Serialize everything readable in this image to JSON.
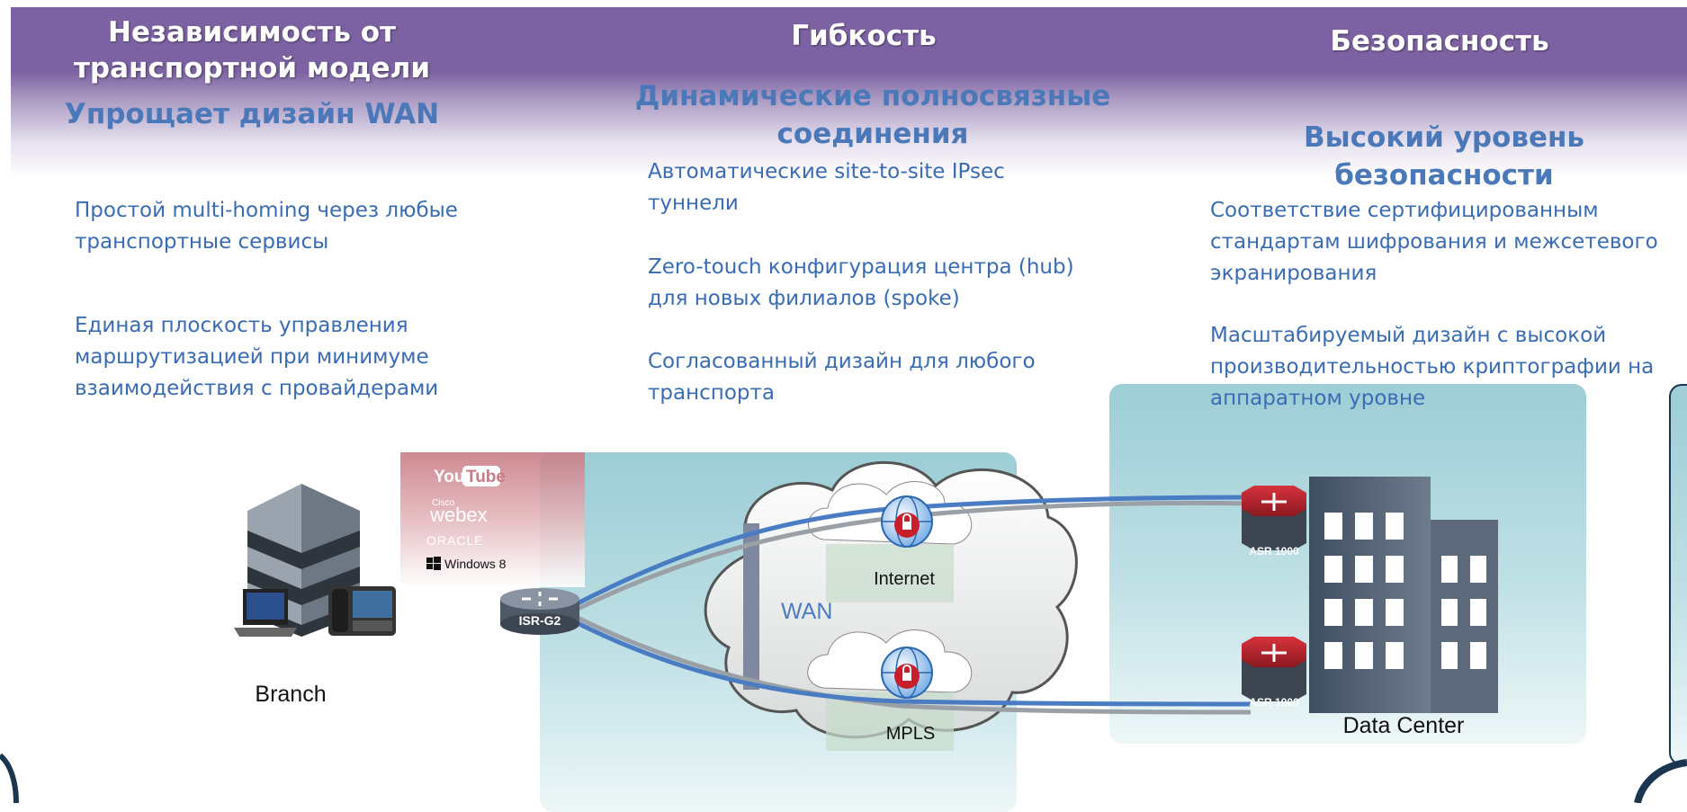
{
  "columns": [
    {
      "title_lines": [
        "Независимость от",
        "транспортной модели"
      ],
      "subtitle": "Упрощает дизайн WAN",
      "paragraphs": [
        [
          "Простой multi-homing через любые",
          "транспортные сервисы"
        ],
        [
          "Единая плоскость управления",
          "маршрутизацией при минимуме",
          "взаимодействия с провайдерами"
        ]
      ]
    },
    {
      "title_lines": [
        "Гибкость"
      ],
      "subtitle_lines": [
        "Динамические полносвязные",
        "соединения"
      ],
      "paragraphs": [
        [
          "Автоматические site-to-site IPsec",
          "туннели"
        ],
        [
          "Zero-touch конфигурация центра (hub)",
          "для новых филиалов (spoke)"
        ],
        [
          "Согласованный дизайн для любого",
          "транспорта"
        ]
      ]
    },
    {
      "title_lines": [
        "Безопасность"
      ],
      "subtitle": "Высокий уровень безопасности",
      "paragraphs": [
        [
          "Соответствие сертифицированным",
          "стандартам шифрования и межсетевого",
          "экранирования"
        ],
        [
          "Масштабируемый дизайн с высокой",
          "производительностью криптографии на",
          "аппаратном уровне"
        ]
      ]
    }
  ],
  "diagram": {
    "branch_label": "Branch",
    "router_label": "ISR-G2",
    "wan_label": "WAN",
    "internet_label": "Internet",
    "mpls_label": "MPLS",
    "asr_label": "ASR 1000",
    "dc_label": "Data Center",
    "apps": {
      "youtube_you": "You",
      "youtube_tube": "Tube",
      "cisco": "Cisco",
      "webex": "webex",
      "oracle": "ORACLE",
      "windows": "Windows 8"
    },
    "colors": {
      "tunnel_blue": "#4a7cc4",
      "tunnel_gray": "#9aa0a6",
      "purple": "#7d62a3",
      "router_red": "#b81e2a"
    }
  }
}
